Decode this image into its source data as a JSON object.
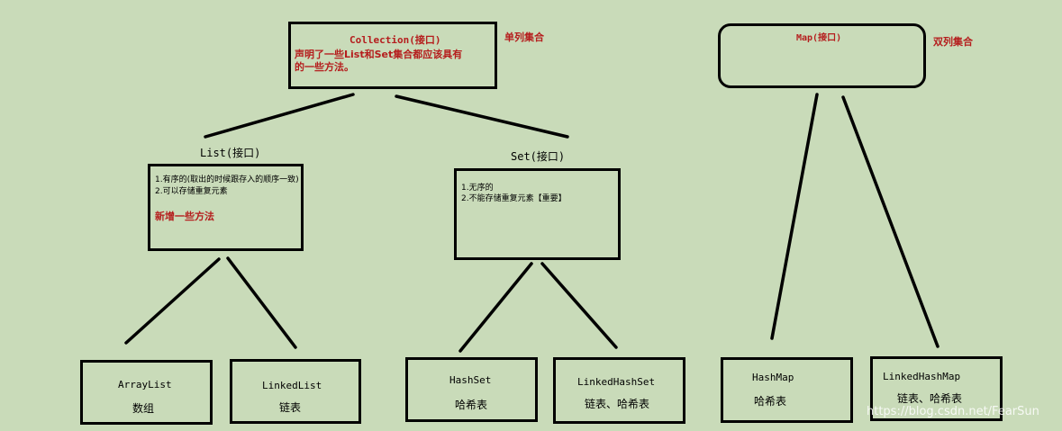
{
  "collection": {
    "title": "Collection(接口)",
    "desc_line1": "声明了一些List和Set集合都应该具有",
    "desc_line2": "的一些方法。",
    "side_label": "单列集合"
  },
  "map": {
    "title": "Map(接口)",
    "side_label": "双列集合"
  },
  "list": {
    "title": "List(接口)",
    "line1": "1.有序的(取出的时候跟存入的顺序一致)",
    "line2": "2.可以存储重复元素",
    "note": "新增一些方法"
  },
  "set": {
    "title": "Set(接口)",
    "line1": "1.无序的",
    "line2": "2.不能存储重复元素【重要】"
  },
  "leaves": {
    "arraylist": {
      "name": "ArrayList",
      "desc": "数组"
    },
    "linkedlist": {
      "name": "LinkedList",
      "desc": "链表"
    },
    "hashset": {
      "name": "HashSet",
      "desc": "哈希表"
    },
    "linkedhashset": {
      "name": "LinkedHashSet",
      "desc": "链表、哈希表"
    },
    "hashmap": {
      "name": "HashMap",
      "desc": "哈希表"
    },
    "linkedhashmap": {
      "name": "LinkedHashMap",
      "desc": "链表、哈希表"
    }
  },
  "watermark": "https://blog.csdn.net/FearSun",
  "colors": {
    "background": "#c9dbb9",
    "line": "#000000",
    "accent_red": "#b51d1d"
  }
}
